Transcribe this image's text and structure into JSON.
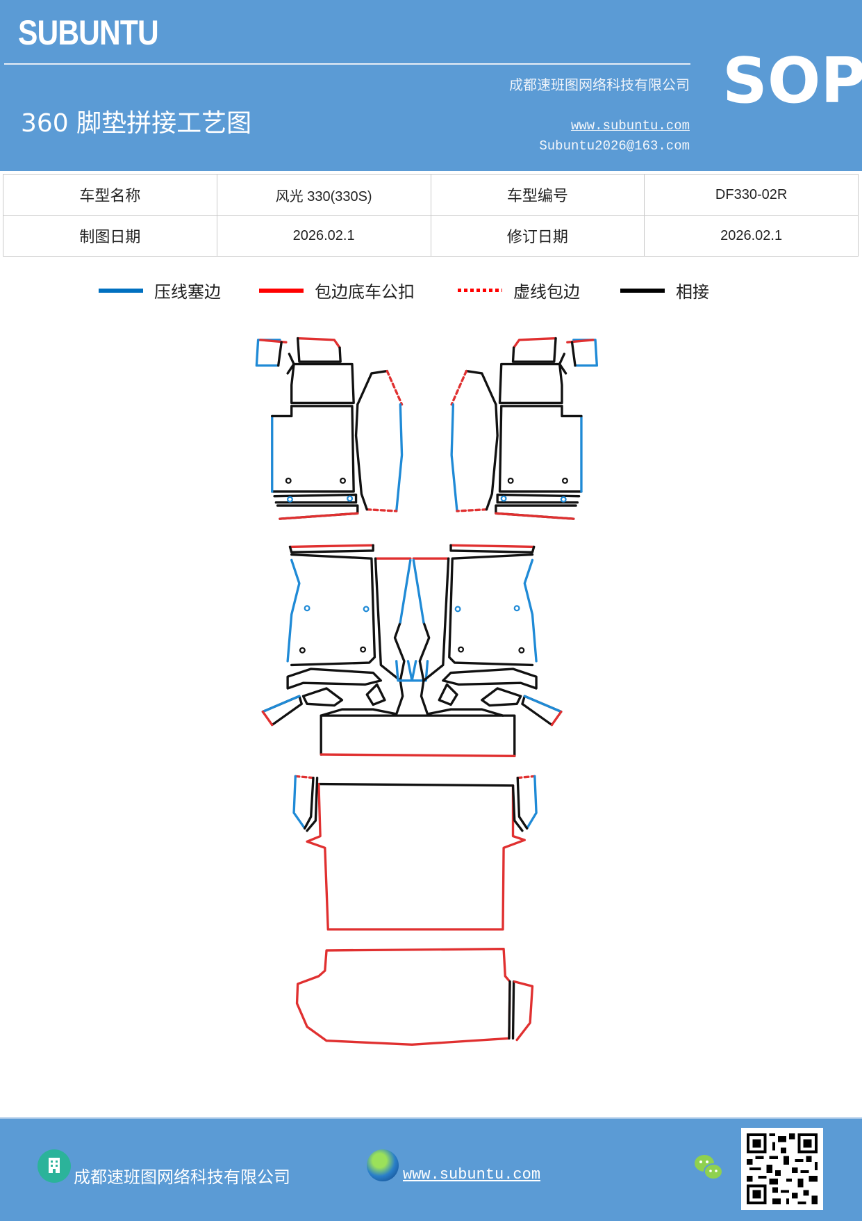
{
  "header": {
    "brand": "SUBUNTU",
    "doc_type": "SOP",
    "company": "成都速班图网络科技有限公司",
    "title": "360 脚垫拼接工艺图",
    "website": "www.subuntu.com",
    "email": "Subuntu2026@163.com"
  },
  "info_table": {
    "rows": [
      [
        "车型名称",
        "风光 330(330S)",
        "车型编号",
        "DF330-02R"
      ],
      [
        "制图日期",
        "2026.02.1",
        "修订日期",
        "2026.02.1"
      ]
    ]
  },
  "legend": [
    {
      "label": "压线塞边",
      "color": "#0070c0",
      "style": "solid"
    },
    {
      "label": "包边底车公扣",
      "color": "#ff0000",
      "style": "solid"
    },
    {
      "label": "虚线包边",
      "color": "#ff0000",
      "style": "dotted"
    },
    {
      "label": "相接",
      "color": "#000000",
      "style": "solid"
    }
  ],
  "footer": {
    "company": "成都速班图网络科技有限公司",
    "website": "www.subuntu.com ",
    "icons": [
      "building-icon",
      "globe-icon",
      "wechat-icon",
      "qr-code"
    ]
  },
  "colors": {
    "header_bg": "#5b9bd5",
    "blue_edge": "#1f8ad6",
    "red_edge": "#e03030",
    "black_edge": "#111111"
  }
}
